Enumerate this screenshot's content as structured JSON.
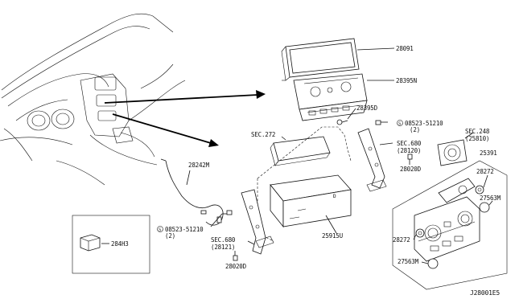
{
  "labels": {
    "p28091": "28091",
    "p28395n": "28395N",
    "p28395d": "28395D",
    "sec272": "SEC.272",
    "bolt1_num": "08523-51210",
    "bolt1_qty": "(2)",
    "sec680a": "SEC.680",
    "sec680a_sub": "(28120)",
    "p28020d_a": "28020D",
    "sec248": "SEC.248",
    "sec248_sub": "(25810)",
    "p25391": "25391",
    "p28272_a": "28272",
    "p27563m_a": "27563M",
    "p28272_b": "28272",
    "p27563m_b": "27563M",
    "p28242m": "28242M",
    "p284h3": "284H3",
    "bolt2_num": "08523-51210",
    "bolt2_qty": "(2)",
    "sec680b": "SEC.680",
    "sec680b_sub": "(28121)",
    "p28020d_b": "28020D",
    "p25915u": "25915U",
    "diagram_id": "J28001E5",
    "bolt_symbol": "S"
  }
}
